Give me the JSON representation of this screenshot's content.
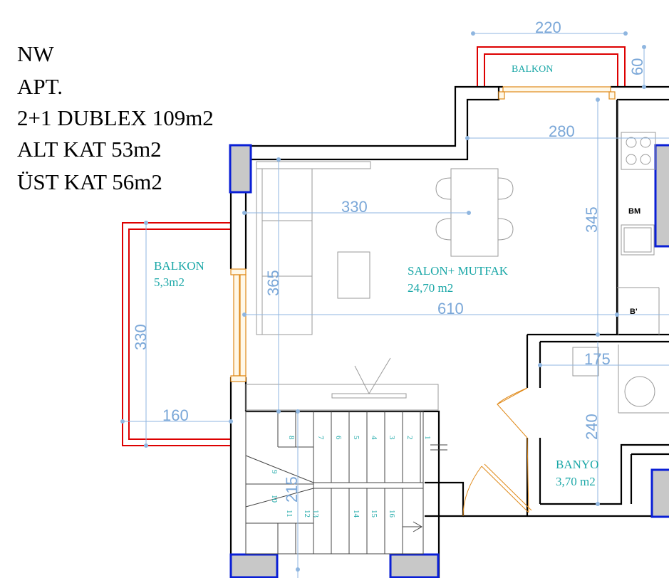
{
  "info": {
    "line1": "NW",
    "line2": "APT.",
    "line3": "2+1 DUBLEX 109m2",
    "line4": "ALT KAT 53m2",
    "line5": "ÜST KAT 56m2"
  },
  "dimensions": {
    "d220": "220",
    "d60": "60",
    "d280": "280",
    "d330_salon": "330",
    "d345": "345",
    "d365": "365",
    "d610": "610",
    "d330_balkon": "330",
    "d160": "160",
    "d175": "175",
    "d240": "240",
    "d215": "215"
  },
  "rooms": {
    "balkon_top": "BALKON",
    "balkon_left_name": "BALKON",
    "balkon_left_area": "5,3m2",
    "salon_name": "SALON+ MUTFAK",
    "salon_area": "24,70 m2",
    "banyo_name": "BANYO",
    "banyo_area": "3,70 m2"
  },
  "appliances": {
    "bm": "BM",
    "b": "B'"
  },
  "stairs": {
    "s1": "1",
    "s2": "2",
    "s3": "3",
    "s4": "4",
    "s5": "5",
    "s6": "6",
    "s7": "7",
    "s8": "8",
    "s9": "9",
    "s10": "10",
    "s11": "11",
    "s12": "12",
    "s13": "13",
    "s14": "14",
    "s15": "15",
    "s16": "16"
  }
}
